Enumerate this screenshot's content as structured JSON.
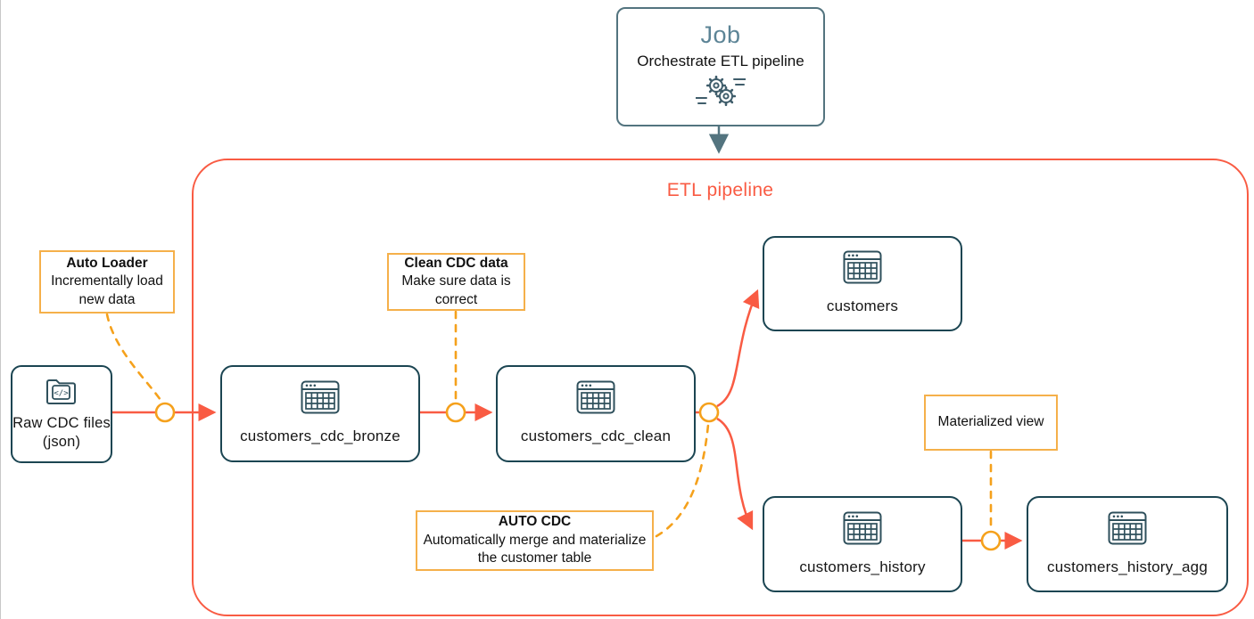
{
  "diagram": {
    "job": {
      "title": "Job",
      "subtitle": "Orchestrate ETL pipeline",
      "icon": "gears-icon"
    },
    "pipeline": {
      "title": "ETL pipeline"
    },
    "source": {
      "label": "Raw CDC files (json)",
      "icon": "code-folder-icon"
    },
    "nodes": [
      {
        "id": "customers_cdc_bronze",
        "label": "customers_cdc_bronze",
        "icon": "table-icon"
      },
      {
        "id": "customers_cdc_clean",
        "label": "customers_cdc_clean",
        "icon": "table-icon"
      },
      {
        "id": "customers",
        "label": "customers",
        "icon": "table-icon"
      },
      {
        "id": "customers_history",
        "label": "customers_history",
        "icon": "table-icon"
      },
      {
        "id": "customers_history_agg",
        "label": "customers_history_agg",
        "icon": "table-icon"
      }
    ],
    "annotations": [
      {
        "id": "auto-loader",
        "title": "Auto Loader",
        "body": "Incrementally load new data"
      },
      {
        "id": "clean-cdc-data",
        "title": "Clean CDC data",
        "body": "Make sure data is correct"
      },
      {
        "id": "auto-cdc",
        "title": "AUTO CDC",
        "body": "Automatically merge and materialize the customer table"
      },
      {
        "id": "materialized-view",
        "title": "",
        "body": "Materialized view"
      }
    ],
    "colors": {
      "pipeline_red": "#f95b43",
      "node_teal": "#1b4552",
      "job_slate": "#53747f",
      "job_text": "#5c8496",
      "note_gold": "#f5b04a",
      "connector_orange": "#f5a11c",
      "text": "#161616",
      "background": "#ffffff"
    }
  }
}
